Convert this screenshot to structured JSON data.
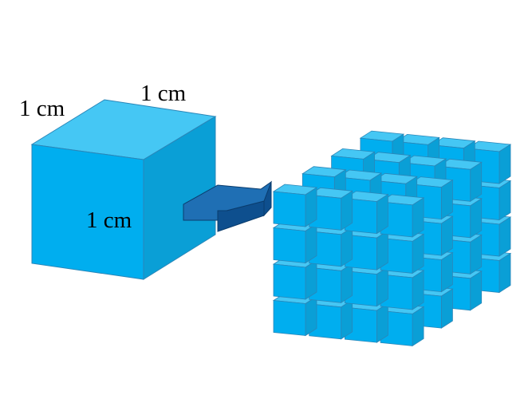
{
  "labels": {
    "edge_left": "1 cm",
    "edge_top": "1 cm",
    "edge_front": "1 cm"
  },
  "colors": {
    "cube_front": "#00aeef",
    "cube_top": "#45c7f4",
    "cube_side": "#0a9fd6",
    "edge_stroke": "#2a86b8",
    "arrow_front": "#1f6fb4",
    "arrow_side": "#0e4f8e",
    "arrow_stroke": "#0a3c6d"
  },
  "grid": {
    "rows": 4,
    "columns": 4,
    "layers": 4
  }
}
